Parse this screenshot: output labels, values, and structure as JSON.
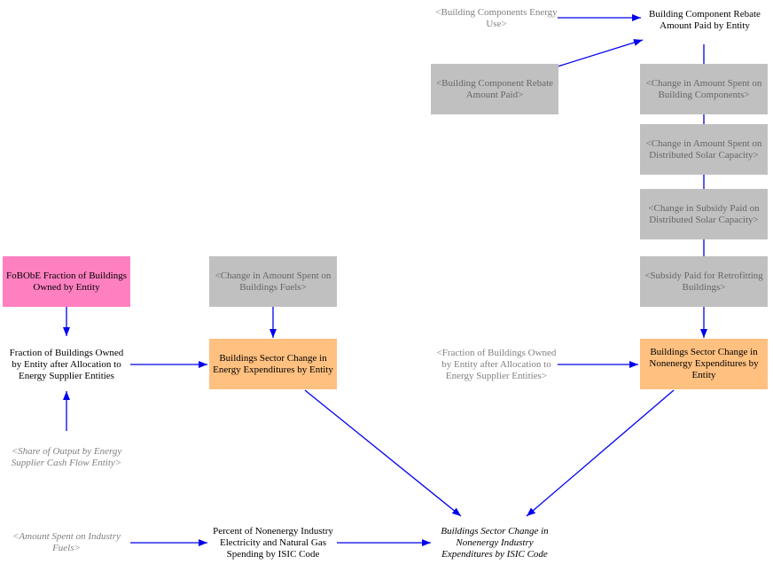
{
  "nodes": {
    "bc_energy_use": "<Building Components Energy Use>",
    "bc_rebate_paid_by_entity": "Building Component Rebate Amount Paid by Entity",
    "bc_rebate_paid": "<Building Component Rebate Amount Paid>",
    "change_spent_components": "<Change in Amount Spent on Building Components>",
    "change_spent_solar": "<Change in Amount Spent on Distributed Solar Capacity>",
    "change_subsidy_solar": "<Change in Subsidy Paid on Distributed Solar Capacity>",
    "fobobe": "FoBObE Fraction of Buildings Owned by Entity",
    "change_spent_fuels": "<Change in Amount Spent on Buildings Fuels>",
    "subsidy_retrofit": "<Subsidy Paid for Retrofitting Buildings>",
    "fraction_after_alloc": "Fraction of Buildings Owned by Entity after Allocation to Energy Supplier Entities",
    "energy_expenditures": "Buildings Sector Change in Energy Expenditures by Entity",
    "fraction_after_alloc_ghost": "<Fraction of Buildings Owned by Entity after Allocation to Energy Supplier Entities>",
    "nonenergy_expenditures": "Buildings Sector Change in Nonenergy Expenditures by Entity",
    "share_output": "<Share of Output by Energy Supplier Cash Flow Entity>",
    "amount_fuels": "<Amount Spent on Industry Fuels>",
    "percent_nonenergy": "Percent of Nonenergy Industry Electricity and Natural Gas Spending by ISIC Code",
    "nonenergy_industry": "Buildings Sector Change in Nonenergy Industry Expenditures by ISIC Code"
  },
  "colors": {
    "arrow": "#0000ee",
    "gray_box": "#c0c0c0",
    "pink_box": "#ff80c0",
    "orange_box": "#ffc080"
  }
}
